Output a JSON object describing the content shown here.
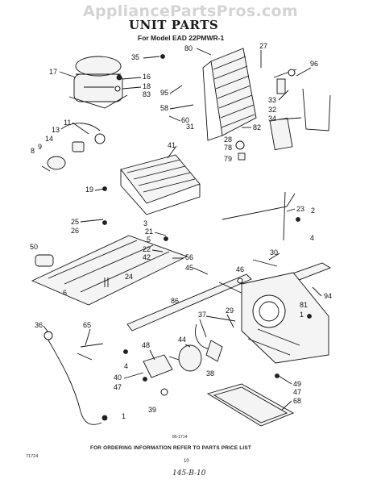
{
  "watermark": "AppliancePartsPros.com",
  "title": "UNIT PARTS",
  "subtitle": "For Model EAD 22PMWR-1",
  "footer": {
    "code": "85-1714",
    "note": "FOR ORDERING INFORMATION REFER TO PARTS PRICE LIST",
    "left_code": "71724",
    "page": "10",
    "handwritten": "145-B-10"
  },
  "callouts": [
    "17",
    "35",
    "80",
    "27",
    "96",
    "16",
    "18",
    "83",
    "95",
    "58",
    "60",
    "33",
    "32",
    "34",
    "82",
    "31",
    "11",
    "13",
    "14",
    "9",
    "8",
    "28",
    "78",
    "79",
    "41",
    "19",
    "3",
    "25",
    "26",
    "21",
    "5",
    "22",
    "42",
    "56",
    "23",
    "2",
    "4",
    "50",
    "30",
    "46",
    "24",
    "45",
    "94",
    "6",
    "86",
    "81",
    "36",
    "65",
    "37",
    "29",
    "44",
    "48",
    "40",
    "47",
    "38",
    "39",
    "1",
    "49",
    "68"
  ]
}
